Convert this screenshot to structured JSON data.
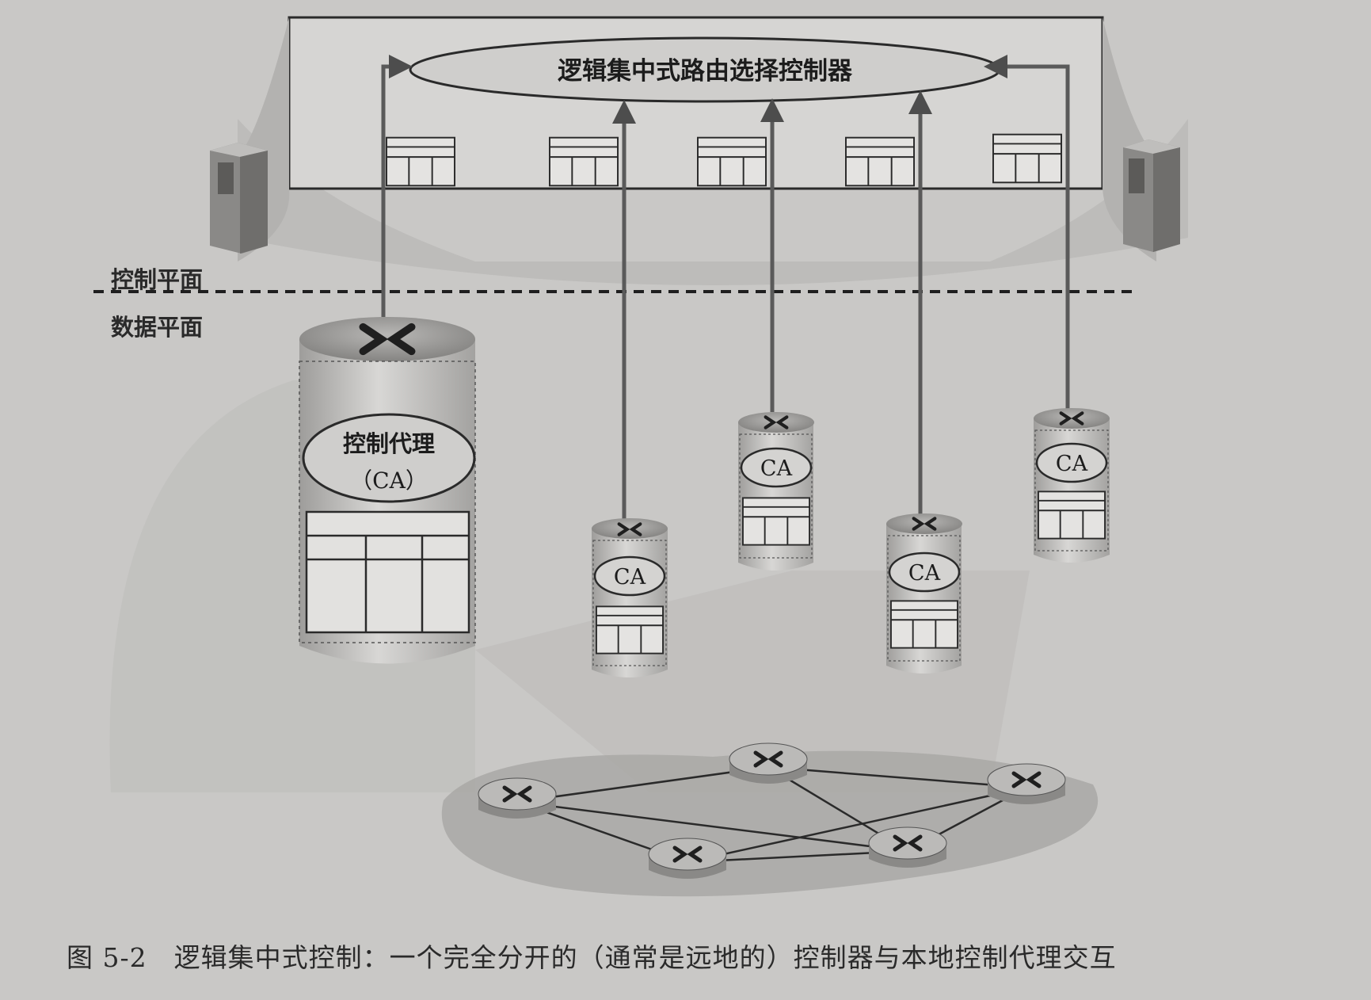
{
  "figure": {
    "caption_number": "图 5-2",
    "caption_text": "逻辑集中式控制：一个完全分开的（通常是远地的）控制器与本地控制代理交互"
  },
  "controller": {
    "label": "逻辑集中式路由选择控制器"
  },
  "planes": {
    "control": "控制平面",
    "data": "数据平面"
  },
  "agents": {
    "large_title": "控制代理",
    "large_abbrev": "（CA）",
    "small_label": "CA"
  },
  "colors": {
    "background": "#c9c8c6",
    "panel": "#d6d5d3",
    "ink": "#2a2a2a",
    "router_body": "#bdbcba",
    "router_top": "#8f8e8c"
  }
}
